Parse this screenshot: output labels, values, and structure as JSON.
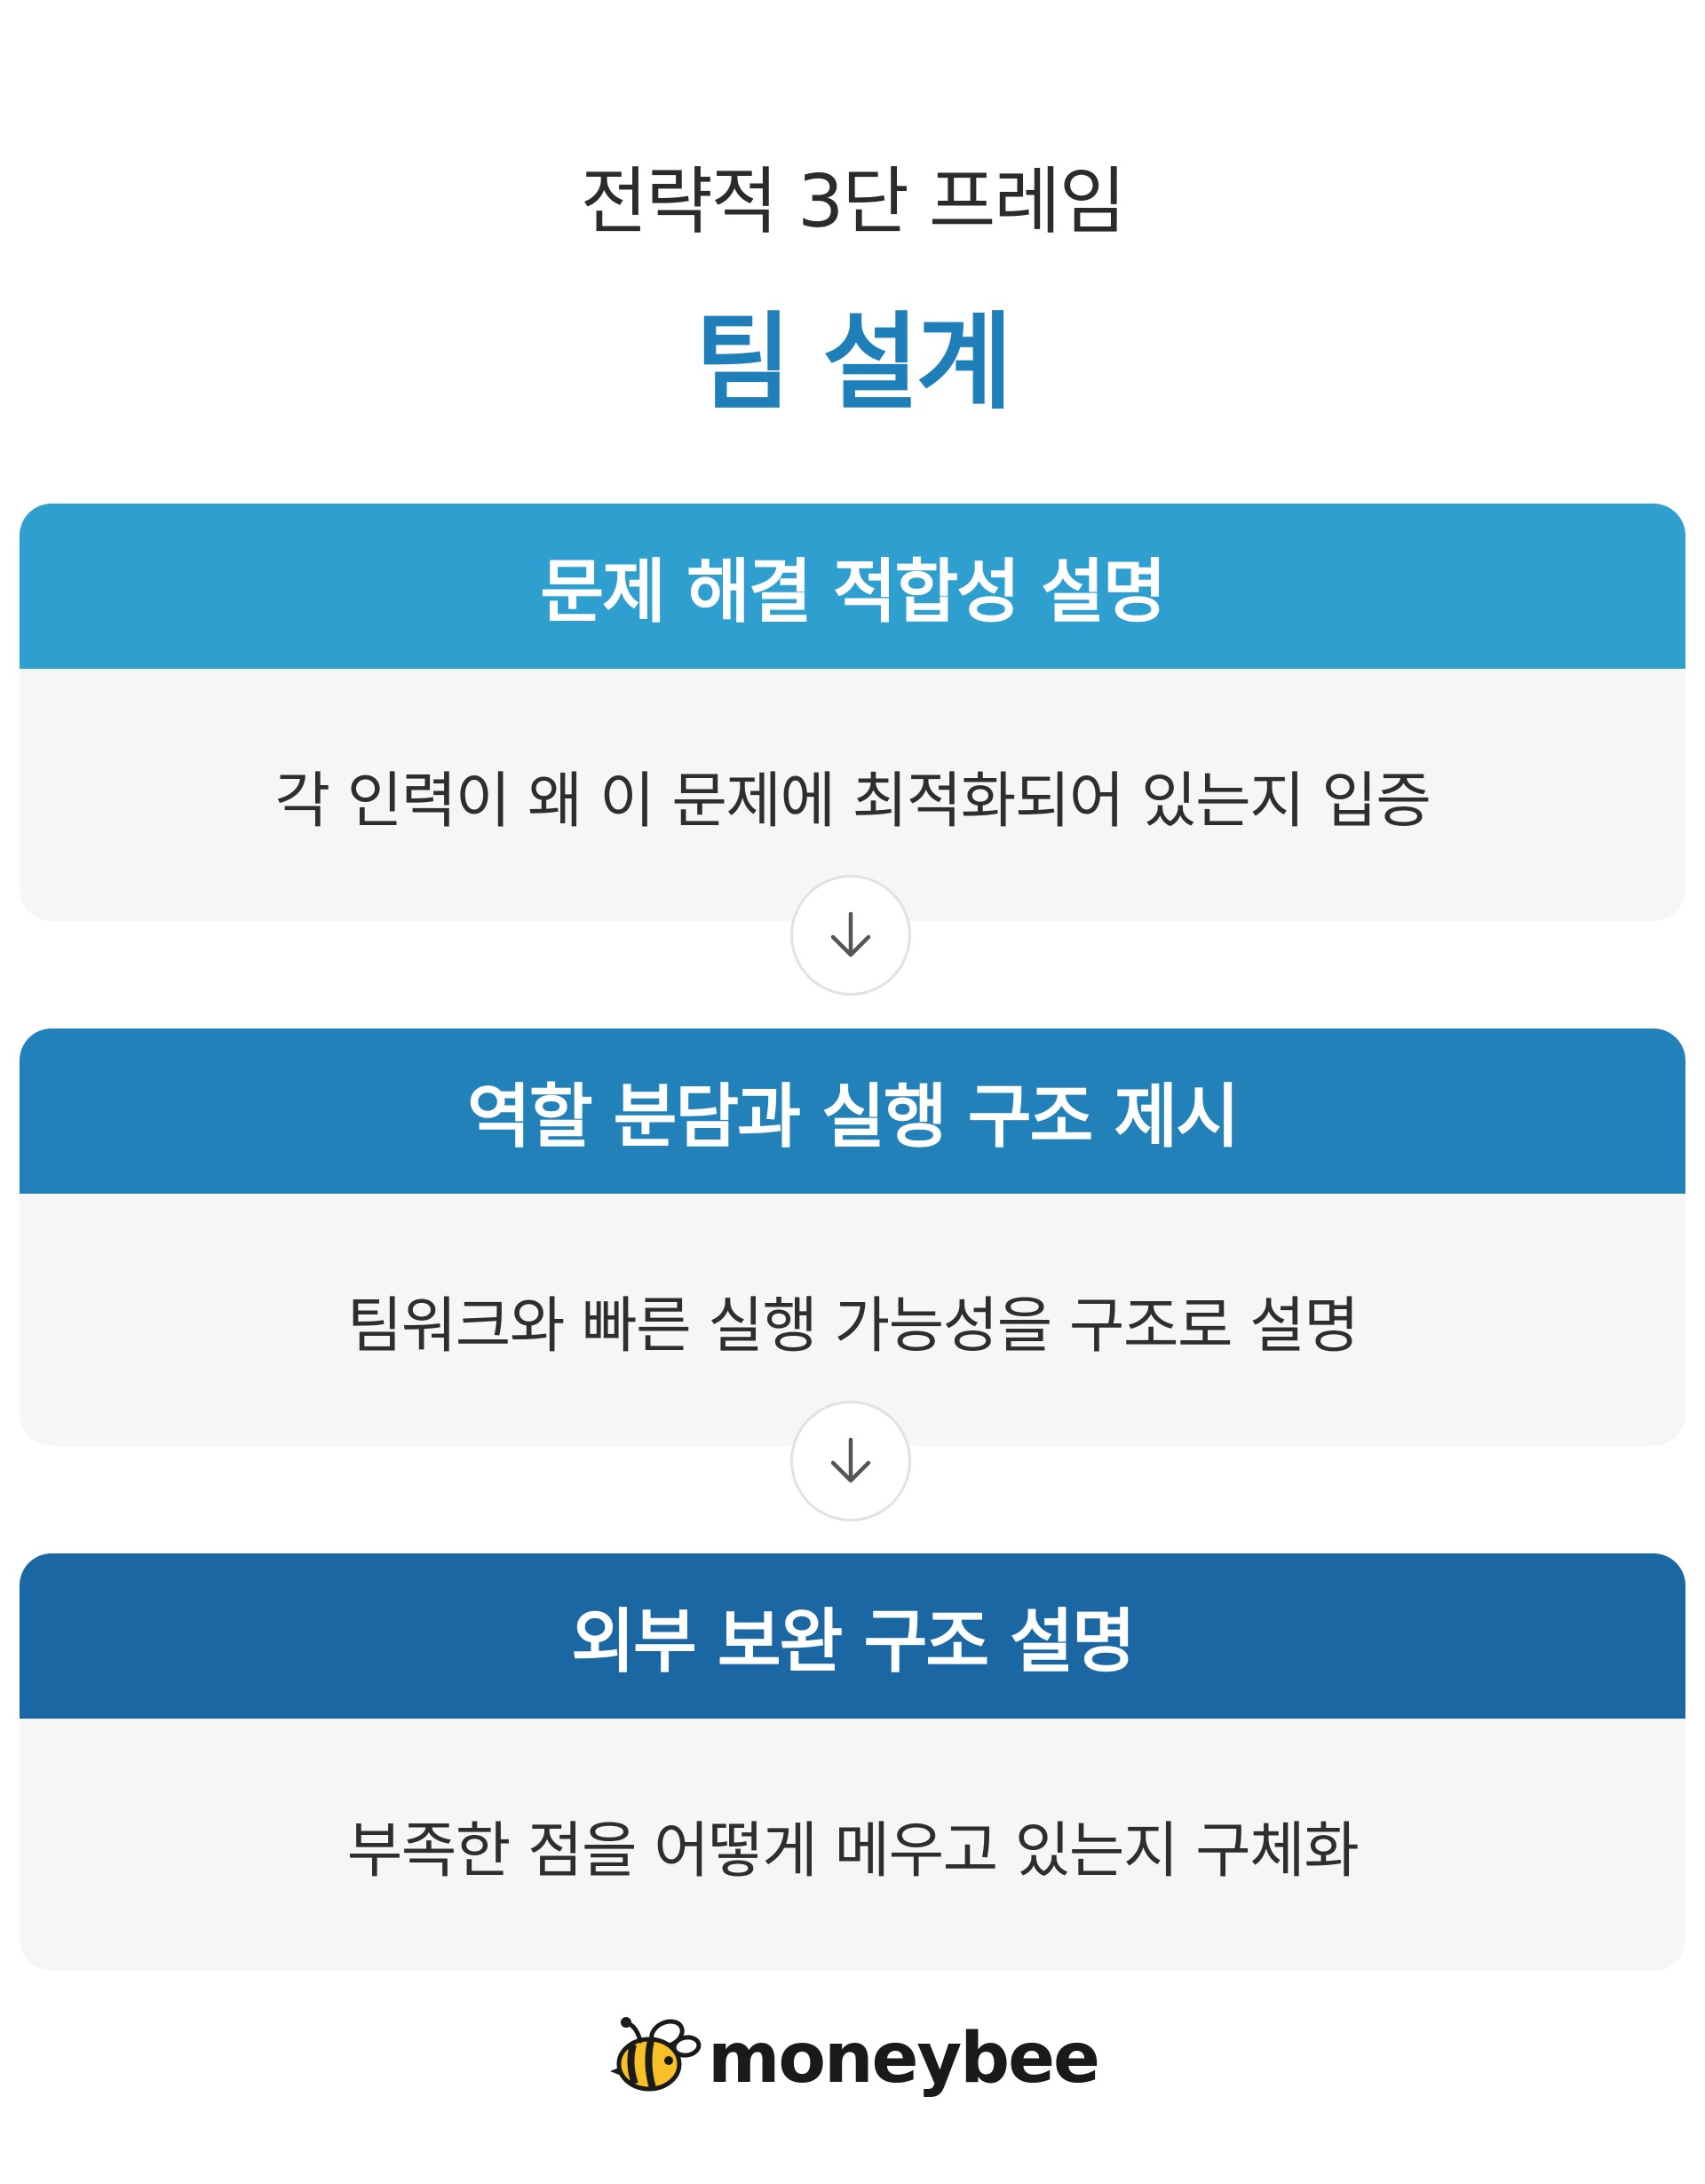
{
  "header": {
    "subtitle": "전략적 3단 프레임",
    "title": "팀 설계"
  },
  "steps": [
    {
      "heading": "문제 해결 적합성 설명",
      "description": "각 인력이 왜 이 문제에 최적화되어 있는지 입증",
      "color": "#2e9fcf"
    },
    {
      "heading": "역할 분담과 실행 구조 제시",
      "description": "팀워크와 빠른 실행 가능성을 구조로 설명",
      "color": "#2181b8"
    },
    {
      "heading": "외부 보완 구조 설명",
      "description": "부족한 점을 어떻게 메우고 있는지 구체화",
      "color": "#1a67a3"
    }
  ],
  "arrow_icon": "arrow-down-icon",
  "brand": {
    "name": "moneybee",
    "icon": "bee-icon",
    "accent": "#f6c026"
  }
}
